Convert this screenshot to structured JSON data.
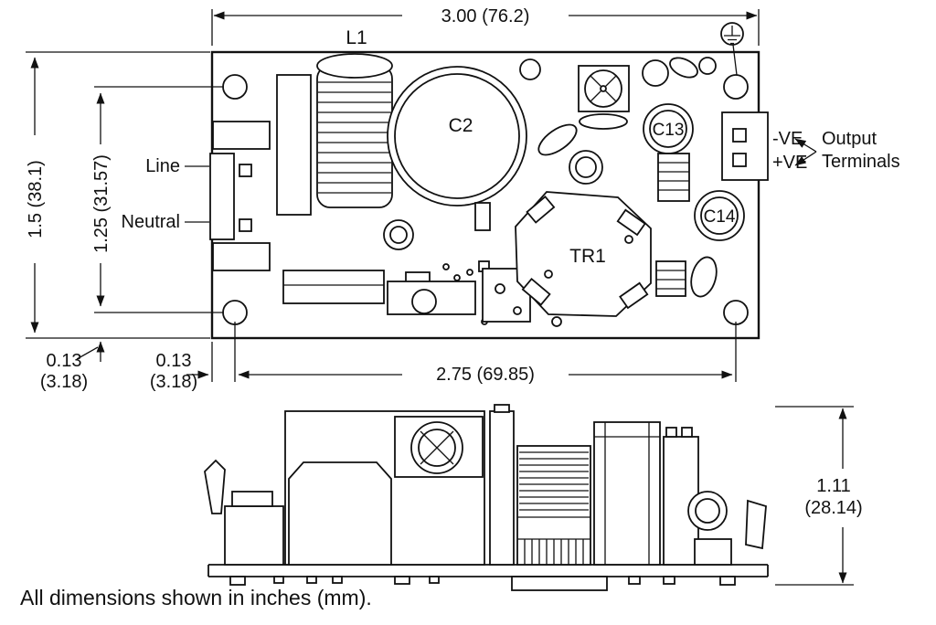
{
  "top_view": {
    "component_labels": {
      "l1": "L1",
      "c2": "C2",
      "c13": "C13",
      "c14": "C14",
      "tr1": "TR1"
    },
    "terminal_labels": {
      "line": "Line",
      "neutral": "Neutral",
      "negative": "-VE",
      "positive": "+VE",
      "output_line1": "Output",
      "output_line2": "Terminals"
    },
    "dimensions": {
      "board_width": "3.00 (76.2)",
      "board_height": "1.5 (38.1)",
      "hole_spacing_vertical": "1.25 (31.57)",
      "hole_spacing_horizontal": "2.75 (69.85)",
      "hole_offset_x_in": "0.13",
      "hole_offset_x_mm": "(3.18)",
      "hole_offset_y_in": "0.13",
      "hole_offset_y_mm": "(3.18)"
    }
  },
  "side_view": {
    "dimensions": {
      "height_in": "1.11",
      "height_mm": "(28.14)"
    }
  },
  "footer": {
    "note": "All dimensions shown in inches (mm)."
  }
}
